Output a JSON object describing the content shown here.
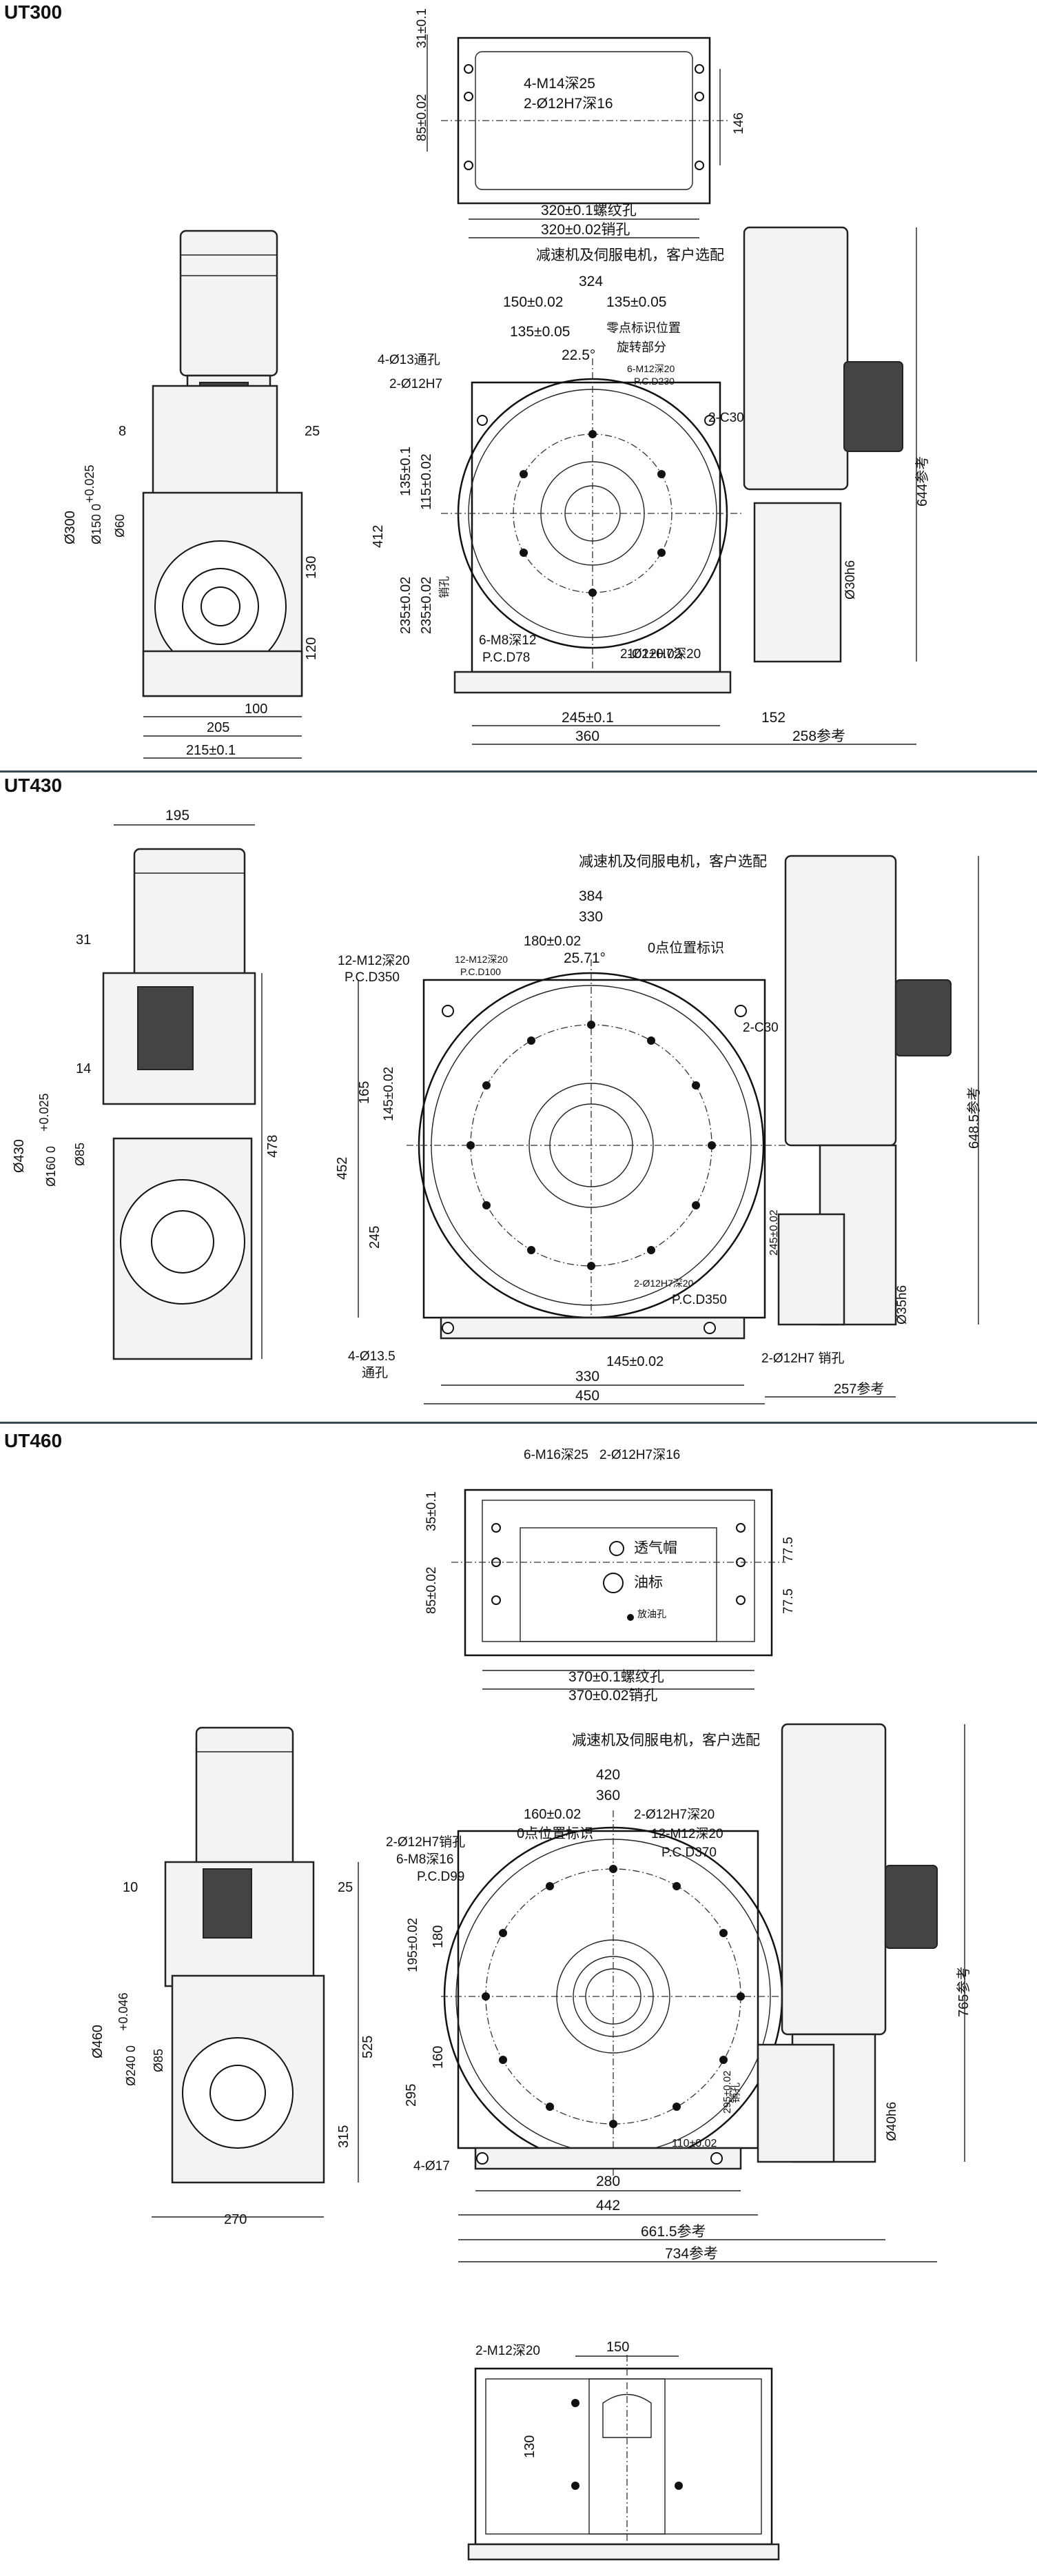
{
  "sections": {
    "ut300": {
      "title": "UT300",
      "top_view": {
        "dims": [
          "31±0.1",
          "85±0.02",
          "146",
          "320±0.1螺纹孔",
          "320±0.02销孔"
        ],
        "notes": [
          "4-M14深25",
          "2-Ø12H7深16"
        ]
      },
      "side_view": {
        "dims": [
          "8",
          "25",
          "Ø300",
          "+0.025",
          "Ø150 0",
          "Ø60",
          "130",
          "120",
          "100",
          "205",
          "215±0.1"
        ]
      },
      "front_view": {
        "dims": [
          "324",
          "150±0.02",
          "135±0.05",
          "135±0.05",
          "22.5°",
          "412",
          "135±0.1",
          "115±0.02",
          "235±0.02",
          "235±0.02",
          "销孔",
          "102±0.02",
          "245±0.1",
          "360",
          "152",
          "258参考",
          "644参考",
          "Ø30h6"
        ],
        "notes": [
          "减速机及伺服电机，客户选配",
          "零点标识位置",
          "旋转部分",
          "6-M12深20",
          "P.C.D230",
          "4-Ø13通孔",
          "2-Ø12H7",
          "2-C30",
          "6-M8深12",
          "P.C.D78",
          "2-Ø12H7深20"
        ]
      }
    },
    "ut430": {
      "title": "UT430",
      "side_view": {
        "dims": [
          "195",
          "31",
          "14",
          "Ø430",
          "+0.025",
          "Ø160 0",
          "Ø85",
          "478"
        ]
      },
      "front_view": {
        "dims": [
          "384",
          "330",
          "180±0.02",
          "25.71°",
          "165",
          "145±0.02",
          "452",
          "245",
          "245±0.02",
          "145±0.02",
          "330",
          "450",
          "257参考",
          "648.5参考",
          "Ø35h6"
        ],
        "notes": [
          "减速机及伺服电机，客户选配",
          "12-M12深20",
          "P.C.D350",
          "12-M12深20",
          "P.C.D100",
          "0点位置标识",
          "2-C30",
          "2-Ø12H7深20",
          "P.C.D350",
          "4-Ø13.5",
          "通孔",
          "2-Ø12H7 销孔"
        ]
      }
    },
    "ut460": {
      "title": "UT460",
      "top_view": {
        "dims": [
          "35±0.1",
          "85±0.02",
          "77.5",
          "77.5",
          "370±0.1螺纹孔",
          "370±0.02销孔"
        ],
        "notes": [
          "6-M16深25",
          "2-Ø12H7深16",
          "透气帽",
          "油标",
          "放油孔"
        ]
      },
      "side_view": {
        "dims": [
          "10",
          "25",
          "Ø460",
          "+0.046",
          "Ø240 0",
          "Ø85",
          "525",
          "315",
          "270"
        ]
      },
      "front_view": {
        "dims": [
          "420",
          "360",
          "160±0.02",
          "195±0.02",
          "180",
          "160",
          "295",
          "295±0.02",
          "110±0.02",
          "280",
          "442",
          "661.5参考",
          "734参考",
          "765参考",
          "Ø40h6"
        ],
        "notes": [
          "减速机及伺服电机，客户选配",
          "2-Ø12H7销孔",
          "6-M8深16",
          "P.C.D99",
          "0点位置标识",
          "2-Ø12H7深20",
          "12-M12深20",
          "P.C.D370",
          "销孔",
          "4-Ø17"
        ]
      },
      "bottom_view": {
        "dims": [
          "150",
          "130"
        ],
        "notes": [
          "2-M12深20"
        ]
      }
    }
  },
  "colors": {
    "line": "#111111",
    "divider": "#3a4a55",
    "fill": "#f3f3f3"
  }
}
